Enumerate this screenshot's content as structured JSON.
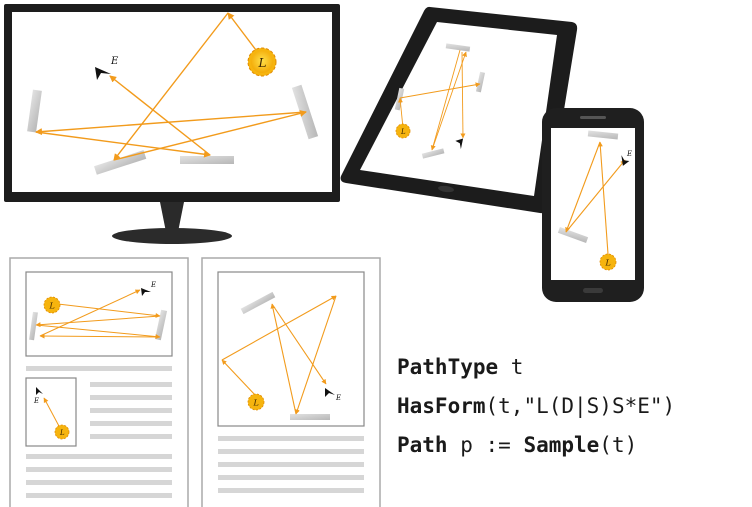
{
  "labels": {
    "light": "L",
    "eye": "E"
  },
  "code": {
    "line1": {
      "kw": "PathType",
      "rest": " t"
    },
    "line2": {
      "kw": "HasForm",
      "rest": "(t,\"L(D|S)S*E\")"
    },
    "line3": {
      "kw1": "Path",
      "mid": " p := ",
      "kw2": "Sample",
      "rest": "(t)"
    }
  },
  "colors": {
    "ray": "#f29b1c",
    "sun": "#f6b40e",
    "sun_rim": "#e08a00",
    "mirror": "#c8c8c8",
    "device_body": "#1f1f1f",
    "page_border": "#aaaaaa",
    "text_bar": "#d6d6d6"
  },
  "icons": [
    "sun-icon",
    "eye-icon"
  ]
}
